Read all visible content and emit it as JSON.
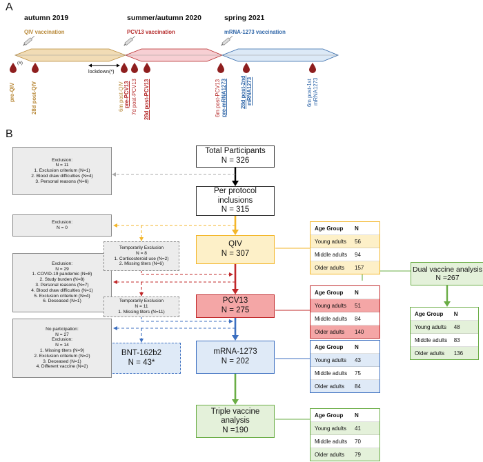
{
  "panel_a": {
    "label": "A",
    "periods": [
      {
        "title": "autumn 2019",
        "vaccine": "QIV vaccination",
        "color": "#b98a3a"
      },
      {
        "title": "summer/autumn 2020",
        "vaccine": "PCV13 vaccination",
        "color": "#b52a2a"
      },
      {
        "title": "spring 2021",
        "vaccine": "mRNA-1273 vaccination",
        "color": "#2f66a8"
      }
    ],
    "hash_note": "(#)",
    "lockdown_label": "lockdown(*)",
    "timepoints": [
      {
        "text": "pre-QIV",
        "color": "#b98a3a",
        "bold": true,
        "underline": false
      },
      {
        "text": "28d post-QIV",
        "color": "#b98a3a",
        "bold": true,
        "underline": false
      },
      {
        "text": "6m post-QIV",
        "color": "#b98a3a",
        "bold": false,
        "underline": false
      },
      {
        "text": "pre-PCV13",
        "color": "#b52a2a",
        "bold": true,
        "underline": true
      },
      {
        "text": "7d post-PCV13",
        "color": "#b52a2a",
        "bold": false,
        "underline": false
      },
      {
        "text": "28d post-PCV13",
        "color": "#b52a2a",
        "bold": true,
        "underline": true
      },
      {
        "text": "6m post-PCV13",
        "color": "#b52a2a",
        "bold": false,
        "underline": false
      },
      {
        "text": "pre-mRNA1273",
        "color": "#2f66a8",
        "bold": true,
        "underline": true
      },
      {
        "text": "28d post-2nd",
        "color": "#2f66a8",
        "bold": true,
        "underline": true
      },
      {
        "text": "mRNA1273",
        "color": "#2f66a8",
        "bold": true,
        "underline": true
      },
      {
        "text": "6m post-1st",
        "color": "#2f66a8",
        "bold": false,
        "underline": false
      },
      {
        "text": "mRNA1273",
        "color": "#2f66a8",
        "bold": false,
        "underline": false
      }
    ]
  },
  "panel_b": {
    "label": "B",
    "total": {
      "title": "Total Participants",
      "n": "N = 326"
    },
    "per_protocol": {
      "title": "Per protocol\ninclusions",
      "n": "N = 315"
    },
    "qiv": {
      "title": "QIV",
      "n": "N = 307"
    },
    "pcv13": {
      "title": "PCV13",
      "n": "N = 275"
    },
    "mrna": {
      "title": "mRNA-1273",
      "n": "N = 202"
    },
    "bnt": {
      "title": "BNT-162b2",
      "n": "N = 43*"
    },
    "triple": {
      "title": "Triple vaccine\nanalysis",
      "n": "N =190"
    },
    "dual": {
      "title": "Dual vaccine analysis",
      "n": "N =267"
    },
    "exclusion1": "Exclusion:\nN = 11\n1. Exclusion criterium (N=1)\n2. Blood draw difficulties (N=4)\n3. Personal reasons (N=6)",
    "exclusion2": "Exclusion:\nN = 0",
    "exclusion3": "Exclusion:\nN = 29\n1. COVID-19 pandemic (N=8)\n2. Study burden (N=8)\n3. Personal reasons (N=7)\n4. Blood draw difficulties (N=1)\n5. Exclusion criterium (N=4)\n6. Deceased (N=1)",
    "exclusion4": "No participation:\nN = 27\nExclusion:\nN = 14\n1. Missing titers (N=9)\n2. Exclusion criterium (N=2)\n3. Deceased (N=1)\n4. Different vaccine (N=2)",
    "temp1": "Temporarily Exclusion\nN = 8\n1. Corticosteroid use (N=2)\n2. Missing titers (N=6)",
    "temp2": "Temporarily Exclusion\nN = 11\n1. Missing titers (N=11)",
    "table_headers": {
      "group": "Age Group",
      "n": "N"
    },
    "tables": {
      "qiv": [
        [
          "Young adults",
          "56"
        ],
        [
          "Middle adults",
          "94"
        ],
        [
          "Older adults",
          "157"
        ]
      ],
      "pcv13": [
        [
          "Young adults",
          "51"
        ],
        [
          "Middle adults",
          "84"
        ],
        [
          "Older adults",
          "140"
        ]
      ],
      "mrna": [
        [
          "Young adults",
          "43"
        ],
        [
          "Middle adults",
          "75"
        ],
        [
          "Older adults",
          "84"
        ]
      ],
      "triple": [
        [
          "Young adults",
          "41"
        ],
        [
          "Middle adults",
          "70"
        ],
        [
          "Older adults",
          "79"
        ]
      ],
      "dual": [
        [
          "Young adults",
          "48"
        ],
        [
          "Middle adults",
          "83"
        ],
        [
          "Older adults",
          "136"
        ]
      ]
    },
    "colors": {
      "qiv": "#f3b62a",
      "qiv_fill": "#fdf0c8",
      "pcv": "#c0282a",
      "pcv_fill": "#f4a6a6",
      "mrna": "#3c6fc0",
      "mrna_fill": "#dfeaf7",
      "green": "#6aad45",
      "green_fill": "#e4f1da"
    }
  }
}
